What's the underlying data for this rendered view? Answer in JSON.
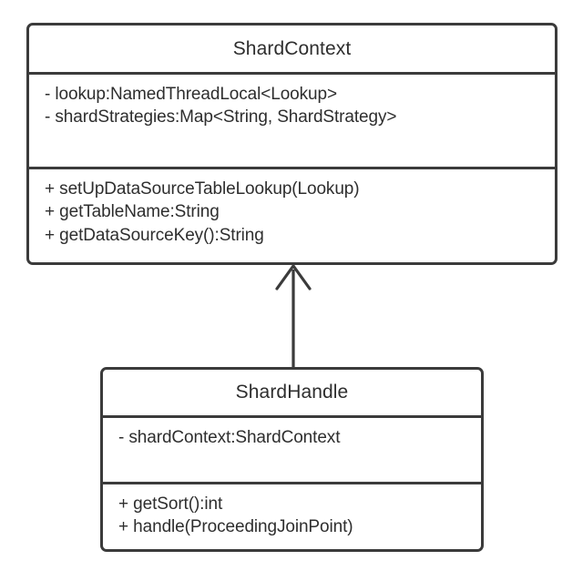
{
  "diagram": {
    "type": "uml-class-diagram",
    "background_color": "#ffffff",
    "stroke_color": "#3b3b3b",
    "text_color": "#2e2e2e"
  },
  "classes": [
    {
      "id": "shard-context",
      "name": "ShardContext",
      "attributes": [
        "- lookup:NamedThreadLocal<Lookup>",
        "- shardStrategies:Map<String, ShardStrategy>"
      ],
      "methods": [
        "+ setUpDataSourceTableLookup(Lookup)",
        "+ getTableName:String",
        "+ getDataSourceKey():String"
      ]
    },
    {
      "id": "shard-handle",
      "name": "ShardHandle",
      "attributes": [
        "- shardContext:ShardContext"
      ],
      "methods": [
        "+ getSort():int",
        "+ handle(ProceedingJoinPoint)"
      ]
    }
  ],
  "relationships": [
    {
      "id": "generalization-1",
      "kind": "generalization",
      "label": "",
      "from": "ShardHandle",
      "to": "ShardContext",
      "arrowhead": "open-triangle"
    }
  ]
}
